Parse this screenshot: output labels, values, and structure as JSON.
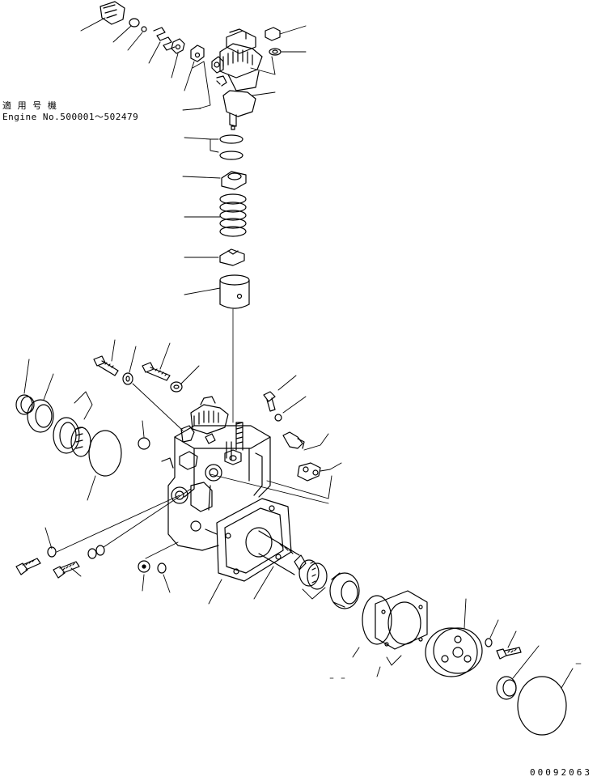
{
  "applicability_note": {
    "line1": "適 用 号 機",
    "line2": "Engine No.500001～502479"
  },
  "drawing_number": "00092063"
}
